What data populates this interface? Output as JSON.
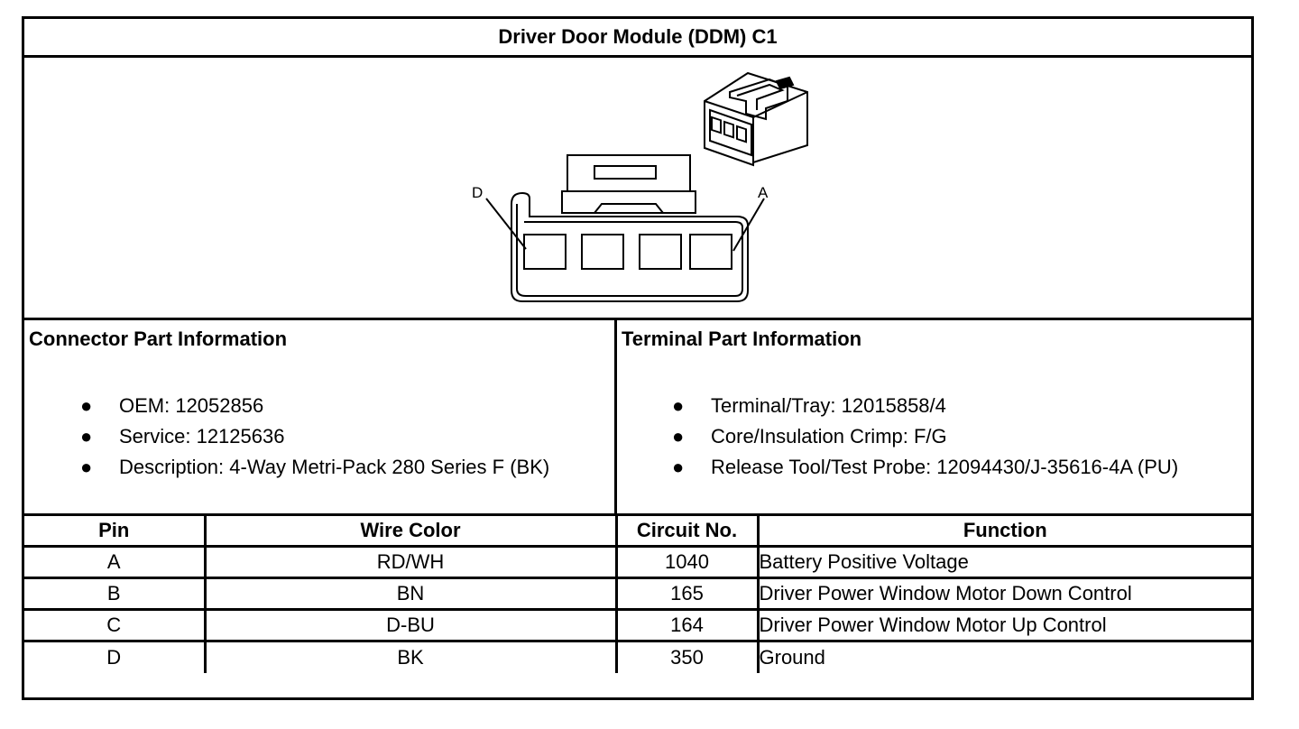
{
  "title": "Driver Door Module (DDM) C1",
  "diagram": {
    "pin_label_left": "D",
    "pin_label_right": "A"
  },
  "connector": {
    "heading": "Connector Part Information",
    "items": [
      "OEM: 12052856",
      "Service: 12125636",
      "Description: 4-Way Metri-Pack 280 Series F (BK)"
    ]
  },
  "terminal": {
    "heading": "Terminal Part Information",
    "items": [
      "Terminal/Tray: 12015858/4",
      "Core/Insulation Crimp: F/G",
      "Release Tool/Test Probe: 12094430/J-35616-4A (PU)"
    ]
  },
  "table": {
    "headers": [
      "Pin",
      "Wire Color",
      "Circuit No.",
      "Function"
    ],
    "rows": [
      [
        "A",
        "RD/WH",
        "1040",
        "Battery Positive Voltage"
      ],
      [
        "B",
        "BN",
        "165",
        "Driver Power Window Motor Down Control"
      ],
      [
        "C",
        "D-BU",
        "164",
        "Driver Power Window Motor Up Control"
      ],
      [
        "D",
        "BK",
        "350",
        "Ground"
      ]
    ]
  }
}
